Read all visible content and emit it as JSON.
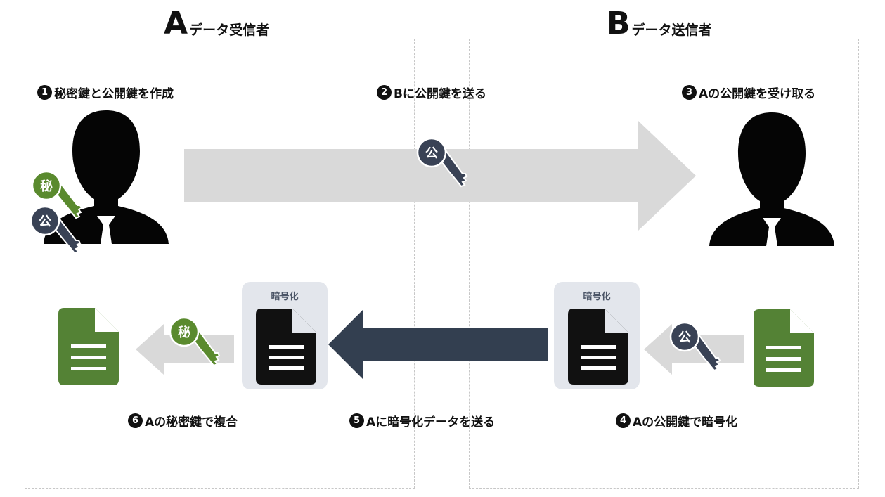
{
  "sides": {
    "a": {
      "letter": "A",
      "label": "データ受信者"
    },
    "b": {
      "letter": "B",
      "label": "データ送信者"
    }
  },
  "steps": [
    {
      "num": "1",
      "text": "秘密鍵と公開鍵を作成"
    },
    {
      "num": "2",
      "text": "Bに公開鍵を送る"
    },
    {
      "num": "3",
      "text": "Aの公開鍵を受け取る"
    },
    {
      "num": "4",
      "text": "Aの公開鍵で暗号化"
    },
    {
      "num": "5",
      "text": "Aに暗号化データを送る"
    },
    {
      "num": "6",
      "text": "Aの秘密鍵で複合"
    }
  ],
  "keys": {
    "private": "秘",
    "public": "公"
  },
  "encrypt_label": "暗号化",
  "colors": {
    "public_key": "#394255",
    "private_key": "#5a8a2e",
    "doc_green": "#548235",
    "doc_black": "#111111",
    "arrow_gray": "#d9d9d9",
    "arrow_navy": "#333f50",
    "box_bg": "#e3e6ec"
  },
  "icons": [
    "person-icon",
    "key-icon",
    "document-icon",
    "arrow-icon"
  ]
}
